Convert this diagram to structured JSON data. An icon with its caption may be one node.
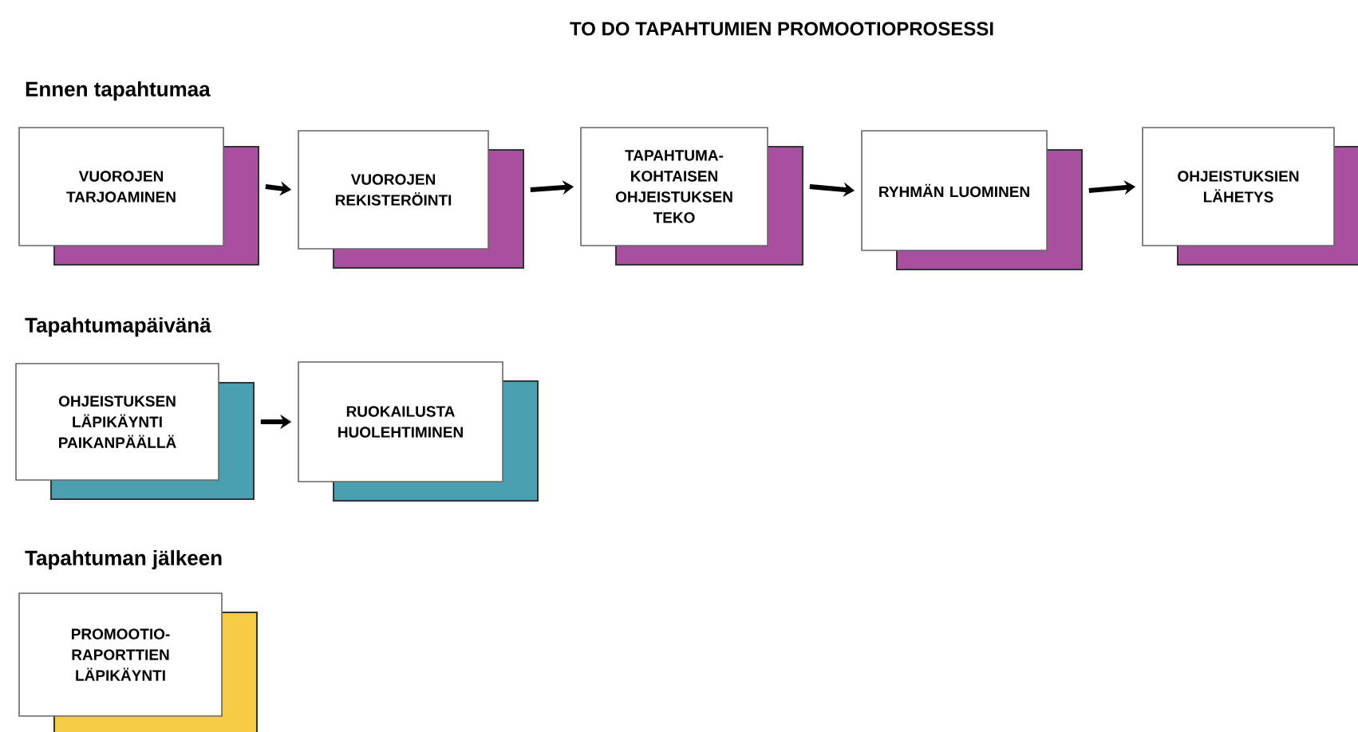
{
  "diagram": {
    "title": "TO DO TAPAHTUMIEN PROMOOTIOPROSESSI",
    "nodes": [
      {
        "text": [
          "VUOROJEN TARJOAMINEN"
        ]
      },
      {
        "text": [
          "VUOROJEN REKISTERÖINTI"
        ]
      },
      {
        "text": [
          "TAPAHTUMA-KOHTAISEN OHJEISTUKSEN TEKO"
        ]
      },
      {
        "text": [
          "RYHMÄN LUOMINEN"
        ]
      },
      {
        "text": [
          "OHJEISTUKSIEN LÄHETYS"
        ]
      },
      {
        "text": [
          "OHJEISTUKSEN LÄPIKÄYNTI PAIKANPÄÄLLÄ"
        ]
      },
      {
        "text": [
          "RUOKAILUSTA HUOLEHTIMINEN"
        ]
      },
      {
        "text": [
          "PROMOOTIO-RAPORTTIEN LÄPIKÄYNTI"
        ]
      }
    ],
    "edges": [
      {
        "from": 0,
        "to": 1,
        "arrow": "to"
      },
      {
        "from": 1,
        "to": 2,
        "arrow": "to"
      },
      {
        "from": 2,
        "to": 3,
        "arrow": "to"
      },
      {
        "from": 3,
        "to": 4,
        "arrow": "to"
      },
      {
        "from": 5,
        "to": 6,
        "arrow": "to"
      }
    ],
    "labels": [
      "Ennen tapahtumaa",
      "Tapahtumapäivänä",
      "Tapahtuman jälkeen"
    ]
  }
}
